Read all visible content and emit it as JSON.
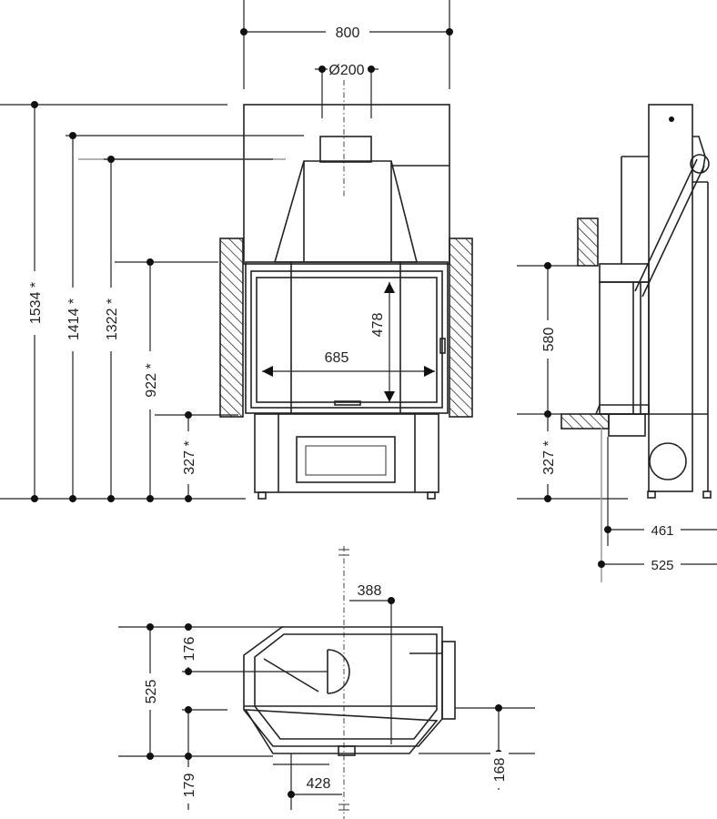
{
  "front_view": {
    "width": "800",
    "flue": "Ø200",
    "h_total": "1534 *",
    "h_1414": "1414 *",
    "h_1322": "1322 *",
    "h_922": "922 *",
    "h_327": "327 *",
    "glass_width": "685",
    "glass_height": "478"
  },
  "side_view": {
    "opening": "580",
    "h_327": "327 *",
    "depth_461": "461",
    "depth_525": "525"
  },
  "plan_view": {
    "offset_388": "388",
    "d_176": "176",
    "d_525": "525",
    "d_179": "179",
    "d_428": "428",
    "d_168": "168"
  }
}
